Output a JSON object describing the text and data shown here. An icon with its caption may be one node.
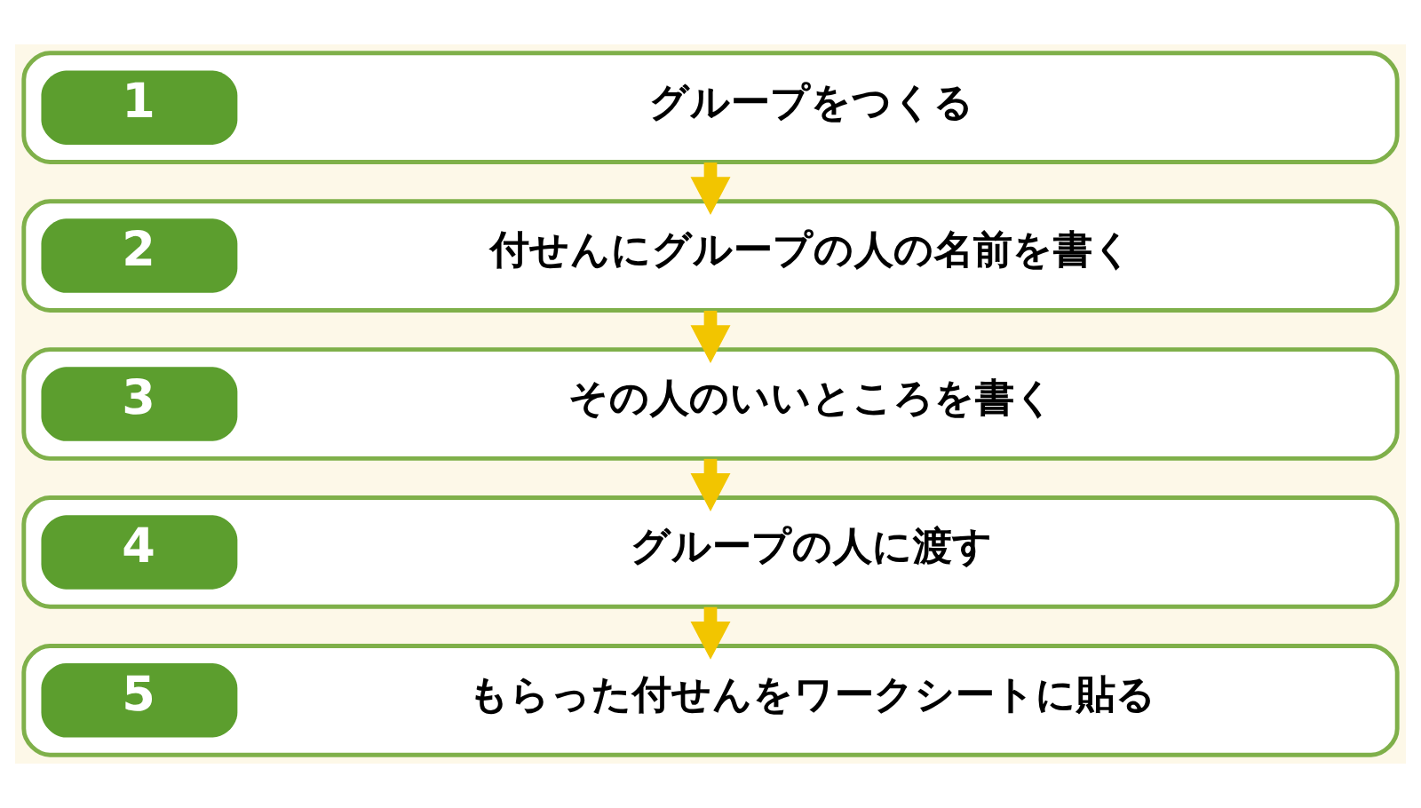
{
  "diagram": {
    "nodes": [
      {
        "text": [
          "1",
          "グループをつくる"
        ]
      },
      {
        "text": [
          "2",
          "付せんにグループの人の名前を書く"
        ]
      },
      {
        "text": [
          "3",
          "その人のいいところを書く"
        ]
      },
      {
        "text": [
          "4",
          "グループの人に渡す"
        ]
      },
      {
        "text": [
          "5",
          "もらった付せんをワークシートに貼る"
        ]
      }
    ],
    "edges": [
      {
        "from": 0,
        "to": 1,
        "arrow": "to"
      },
      {
        "from": 1,
        "to": 2,
        "arrow": "to"
      },
      {
        "from": 2,
        "to": 3,
        "arrow": "to"
      },
      {
        "from": 3,
        "to": 4,
        "arrow": "to"
      }
    ]
  }
}
